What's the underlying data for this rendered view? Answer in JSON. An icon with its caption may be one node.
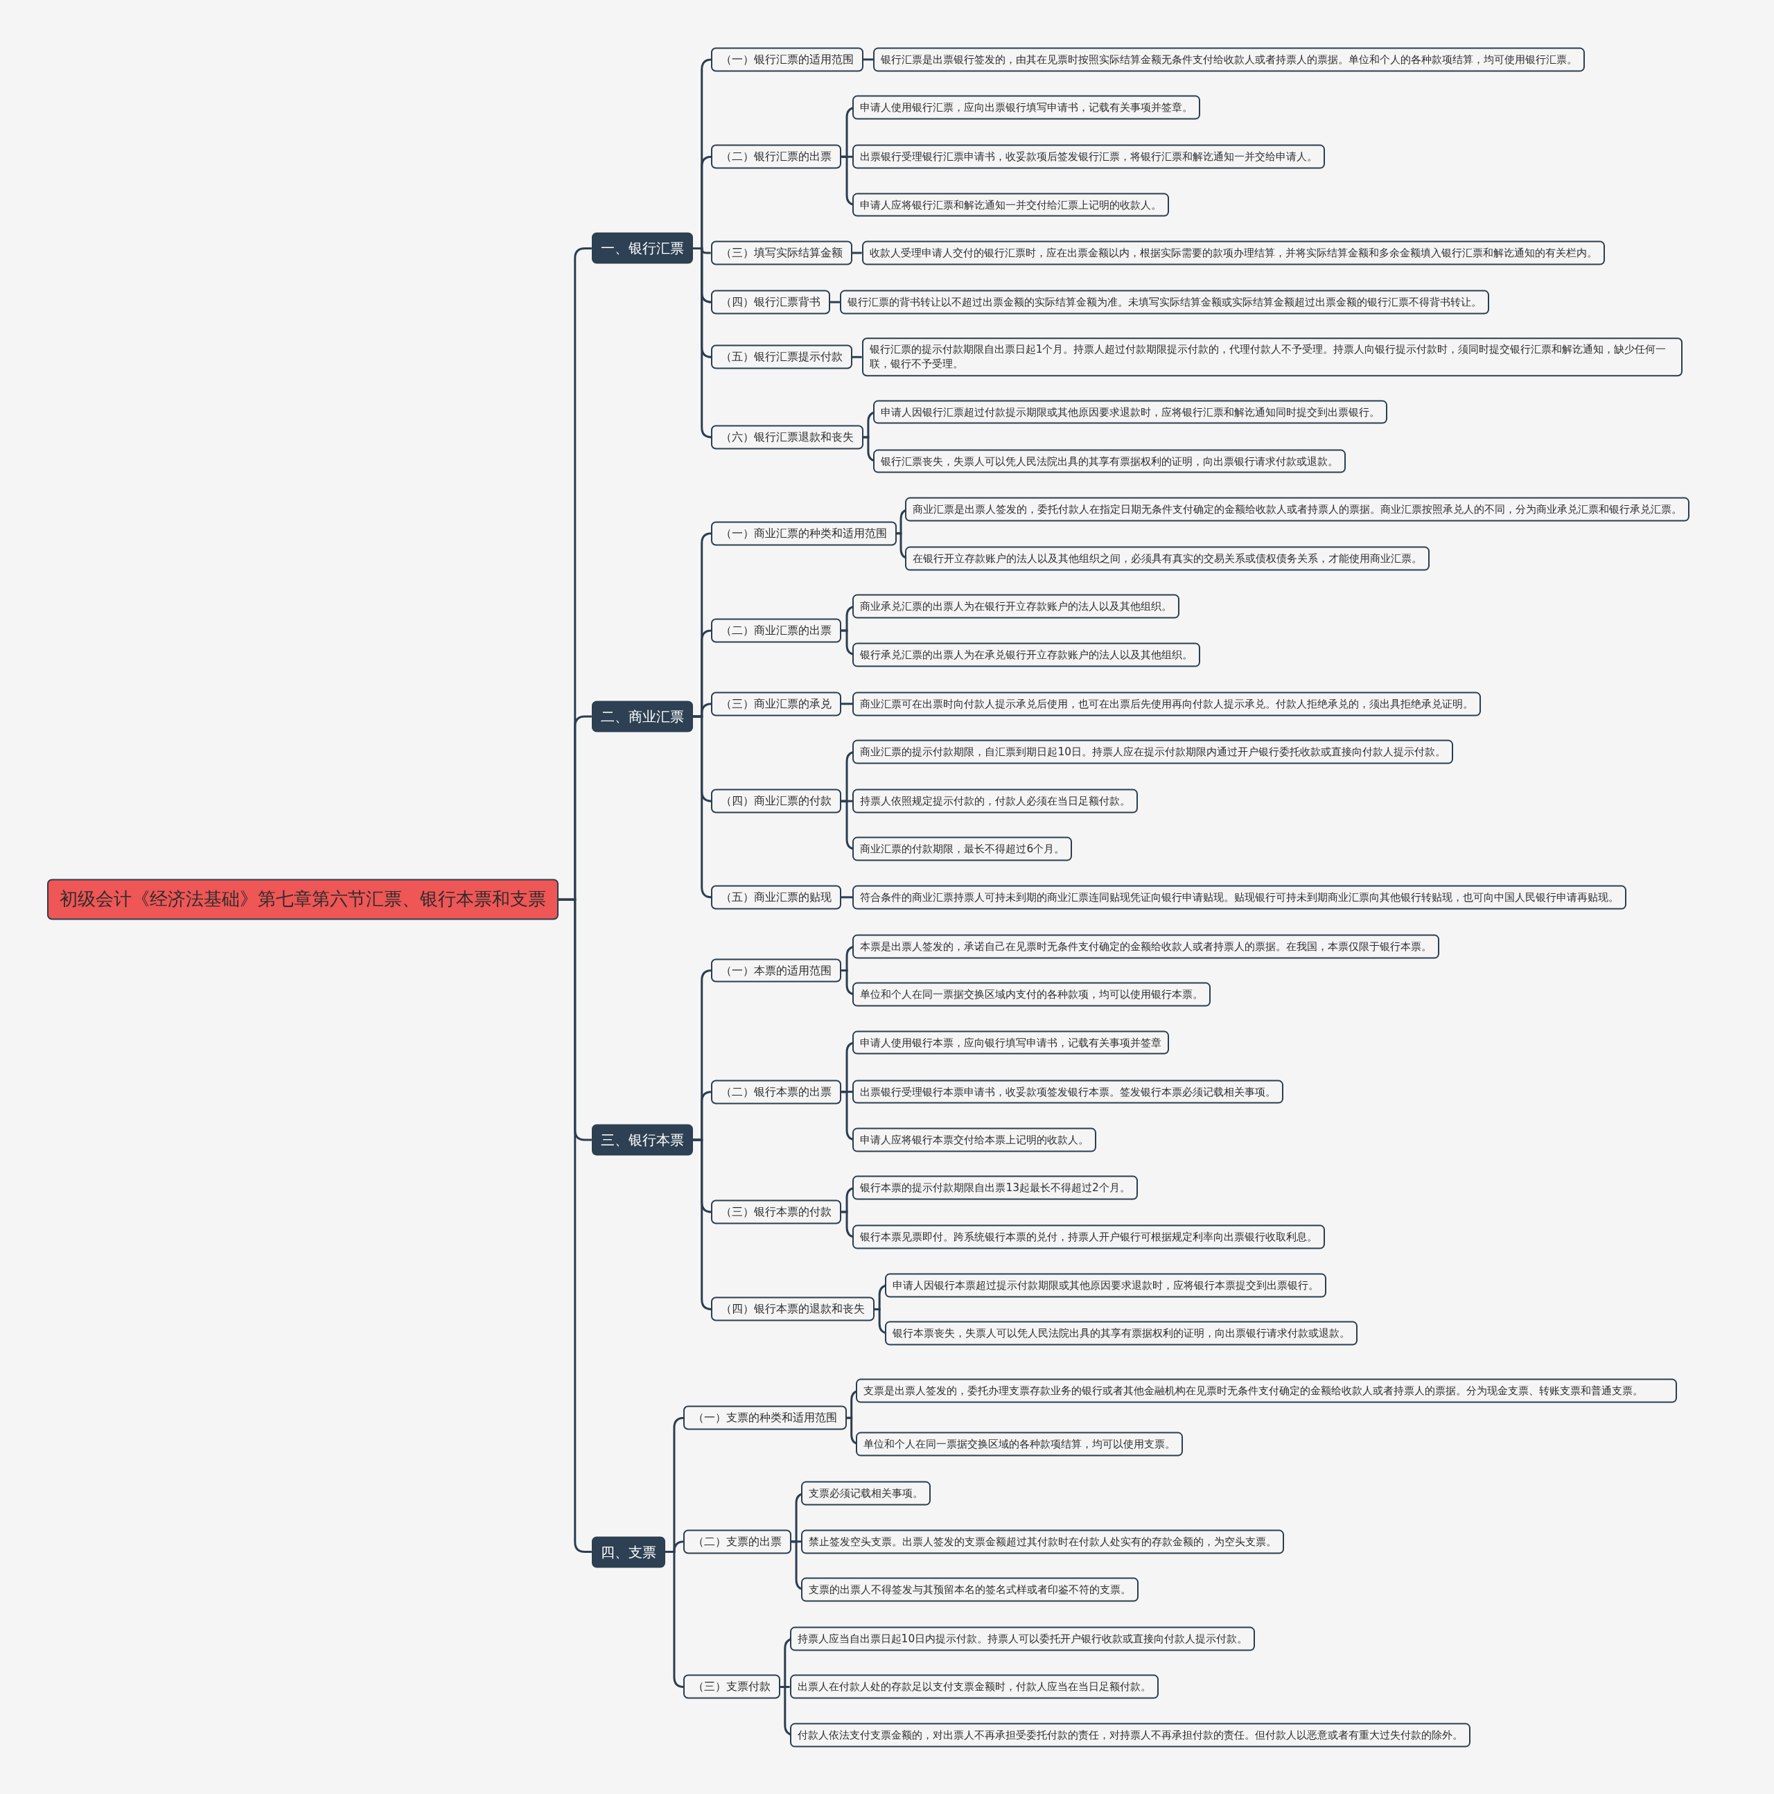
{
  "diagram": {
    "nodes": [
      {
        "text": [
          "初级会计《经济法基础》第七章第六节汇票、银行本票和支票"
        ]
      },
      {
        "text": [
          "一、银行汇票"
        ]
      },
      {
        "text": [
          "（一）银行汇票的适用范围"
        ]
      },
      {
        "text": [
          "银行汇票是出票银行签发的，由其在见票时按照实际结算金额无条件支付给收款人或者持票人的票据。单位和个人的各种款项结算，均可使用银行汇票。"
        ]
      },
      {
        "text": [
          "（二）银行汇票的出票"
        ]
      },
      {
        "text": [
          "申请人使用银行汇票，应向出票银行填写申请书，记载有关事项并签章。"
        ]
      },
      {
        "text": [
          "出票银行受理银行汇票申请书，收妥款项后签发银行汇票，将银行汇票和解讫通知一并交给申请人。"
        ]
      },
      {
        "text": [
          "申请人应将银行汇票和解讫通知一并交付给汇票上记明的收款人。"
        ]
      },
      {
        "text": [
          "（三）填写实际结算金额"
        ]
      },
      {
        "text": [
          "收款人受理申请人交付的银行汇票时，应在出票金额以内，根据实际需要的款项办理结算，并将实际结算金额和多余金额填入银行汇票和解讫通知的有关栏内。"
        ]
      },
      {
        "text": [
          "（四）银行汇票背书"
        ]
      },
      {
        "text": [
          "银行汇票的背书转让以不超过出票金额的实际结算金额为准。未填写实际结算金额或实际结算金额超过出票金额的银行汇票不得背书转让。"
        ]
      },
      {
        "text": [
          "（五）银行汇票提示付款"
        ]
      },
      {
        "text": [
          "银行汇票的提示付款期限自出票日起1个月。持票人超过付款期限提示付款的，代理付款人不予受理。持票人向银行提示付款时，须同时提交银行汇票和解讫通知，缺少任何一联，银行不予受理。"
        ]
      },
      {
        "text": [
          "（六）银行汇票退款和丧失"
        ]
      },
      {
        "text": [
          "申请人因银行汇票超过付款提示期限或其他原因要求退款时，应将银行汇票和解讫通知同时提交到出票银行。"
        ]
      },
      {
        "text": [
          "银行汇票丧失，失票人可以凭人民法院出具的其享有票据权利的证明，向出票银行请求付款或退款。"
        ]
      },
      {
        "text": [
          "二、商业汇票"
        ]
      },
      {
        "text": [
          "（一）商业汇票的种类和适用范围"
        ]
      },
      {
        "text": [
          "商业汇票是出票人签发的，委托付款人在指定日期无条件支付确定的金额给收款人或者持票人的票据。商业汇票按照承兑人的不同，分为商业承兑汇票和银行承兑汇票。"
        ]
      },
      {
        "text": [
          "在银行开立存款账户的法人以及其他组织之间，必须具有真实的交易关系或债权债务关系，才能使用商业汇票。"
        ]
      },
      {
        "text": [
          "（二）商业汇票的出票"
        ]
      },
      {
        "text": [
          "商业承兑汇票的出票人为在银行开立存款账户的法人以及其他组织。"
        ]
      },
      {
        "text": [
          "银行承兑汇票的出票人为在承兑银行开立存款账户的法人以及其他组织。"
        ]
      },
      {
        "text": [
          "（三）商业汇票的承兑"
        ]
      },
      {
        "text": [
          "商业汇票可在出票时向付款人提示承兑后使用，也可在出票后先使用再向付款人提示承兑。付款人拒绝承兑的，须出具拒绝承兑证明。"
        ]
      },
      {
        "text": [
          "（四）商业汇票的付款"
        ]
      },
      {
        "text": [
          "商业汇票的提示付款期限，自汇票到期日起10日。持票人应在提示付款期限内通过开户银行委托收款或直接向付款人提示付款。"
        ]
      },
      {
        "text": [
          "持票人依照规定提示付款的，付款人必须在当日足额付款。"
        ]
      },
      {
        "text": [
          "商业汇票的付款期限，最长不得超过6个月。"
        ]
      },
      {
        "text": [
          "（五）商业汇票的贴现"
        ]
      },
      {
        "text": [
          "符合条件的商业汇票持票人可持未到期的商业汇票连同贴现凭证向银行申请贴现。贴现银行可持未到期商业汇票向其他银行转贴现，也可向中国人民银行申请再贴现。"
        ]
      },
      {
        "text": [
          "三、银行本票"
        ]
      },
      {
        "text": [
          "（一）本票的适用范围"
        ]
      },
      {
        "text": [
          "本票是出票人签发的，承诺自己在见票时无条件支付确定的金额给收款人或者持票人的票据。在我国，本票仅限于银行本票。"
        ]
      },
      {
        "text": [
          "单位和个人在同一票据交换区域内支付的各种款项，均可以使用银行本票。"
        ]
      },
      {
        "text": [
          "（二）银行本票的出票"
        ]
      },
      {
        "text": [
          "申请人使用银行本票，应向银行填写申请书，记载有关事项并签章"
        ]
      },
      {
        "text": [
          "出票银行受理银行本票申请书，收妥款项签发银行本票。签发银行本票必须记载相关事项。"
        ]
      },
      {
        "text": [
          "申请人应将银行本票交付给本票上记明的收款人。"
        ]
      },
      {
        "text": [
          "（三）银行本票的付款"
        ]
      },
      {
        "text": [
          "银行本票的提示付款期限自出票13起最长不得超过2个月。"
        ]
      },
      {
        "text": [
          "银行本票见票即付。跨系统银行本票的兑付，持票人开户银行可根据规定利率向出票银行收取利息。"
        ]
      },
      {
        "text": [
          "（四）银行本票的退款和丧失"
        ]
      },
      {
        "text": [
          "申请人因银行本票超过提示付款期限或其他原因要求退款时，应将银行本票提交到出票银行。"
        ]
      },
      {
        "text": [
          "银行本票丧失，失票人可以凭人民法院出具的其享有票据权利的证明，向出票银行请求付款或退款。"
        ]
      },
      {
        "text": [
          "四、支票"
        ]
      },
      {
        "text": [
          "（一）支票的种类和适用范围"
        ]
      },
      {
        "text": [
          "支票是出票人签发的，委托办理支票存款业务的银行或者其他金融机构在见票时无条件支付确定的金额给收款人或者持票人的票据。分为现金支票、转账支票和普通支票。"
        ]
      },
      {
        "text": [
          "单位和个人在同一票据交换区域的各种款项结算，均可以使用支票。"
        ]
      },
      {
        "text": [
          "（二）支票的出票"
        ]
      },
      {
        "text": [
          "支票必须记载相关事项。"
        ]
      },
      {
        "text": [
          "禁止签发空头支票。出票人签发的支票金额超过其付款时在付款人处实有的存款金额的，为空头支票。"
        ]
      },
      {
        "text": [
          "支票的出票人不得签发与其预留本名的签名式样或者印鉴不符的支票。"
        ]
      },
      {
        "text": [
          "（三）支票付款"
        ]
      },
      {
        "text": [
          "持票人应当自出票日起10日内提示付款。持票人可以委托开户银行收款或直接向付款人提示付款。"
        ]
      },
      {
        "text": [
          "出票人在付款人处的存款足以支付支票金额时，付款人应当在当日足额付款。"
        ]
      },
      {
        "text": [
          "付款人依法支付支票金额的，对出票人不再承担受委托付款的责任，对持票人不再承担付款的责任。但付款人以恶意或者有重大过失付款的除外。"
        ]
      }
    ],
    "edges": [
      {
        "from": 0,
        "to": 1,
        "arrow": "none"
      },
      {
        "from": 1,
        "to": 2,
        "arrow": "none"
      },
      {
        "from": 2,
        "to": 3,
        "arrow": "none"
      },
      {
        "from": 1,
        "to": 4,
        "arrow": "none"
      },
      {
        "from": 4,
        "to": 5,
        "arrow": "none"
      },
      {
        "from": 4,
        "to": 6,
        "arrow": "none"
      },
      {
        "from": 4,
        "to": 7,
        "arrow": "none"
      },
      {
        "from": 1,
        "to": 8,
        "arrow": "none"
      },
      {
        "from": 8,
        "to": 9,
        "arrow": "none"
      },
      {
        "from": 1,
        "to": 10,
        "arrow": "none"
      },
      {
        "from": 10,
        "to": 11,
        "arrow": "none"
      },
      {
        "from": 1,
        "to": 12,
        "arrow": "none"
      },
      {
        "from": 12,
        "to": 13,
        "arrow": "none"
      },
      {
        "from": 1,
        "to": 14,
        "arrow": "none"
      },
      {
        "from": 14,
        "to": 15,
        "arrow": "none"
      },
      {
        "from": 14,
        "to": 16,
        "arrow": "none"
      },
      {
        "from": 0,
        "to": 17,
        "arrow": "none"
      },
      {
        "from": 17,
        "to": 18,
        "arrow": "none"
      },
      {
        "from": 18,
        "to": 19,
        "arrow": "none"
      },
      {
        "from": 18,
        "to": 20,
        "arrow": "none"
      },
      {
        "from": 17,
        "to": 21,
        "arrow": "none"
      },
      {
        "from": 21,
        "to": 22,
        "arrow": "none"
      },
      {
        "from": 21,
        "to": 23,
        "arrow": "none"
      },
      {
        "from": 17,
        "to": 24,
        "arrow": "none"
      },
      {
        "from": 24,
        "to": 25,
        "arrow": "none"
      },
      {
        "from": 17,
        "to": 26,
        "arrow": "none"
      },
      {
        "from": 26,
        "to": 27,
        "arrow": "none"
      },
      {
        "from": 26,
        "to": 28,
        "arrow": "none"
      },
      {
        "from": 26,
        "to": 29,
        "arrow": "none"
      },
      {
        "from": 17,
        "to": 30,
        "arrow": "none"
      },
      {
        "from": 30,
        "to": 31,
        "arrow": "none"
      },
      {
        "from": 0,
        "to": 32,
        "arrow": "none"
      },
      {
        "from": 32,
        "to": 33,
        "arrow": "none"
      },
      {
        "from": 33,
        "to": 34,
        "arrow": "none"
      },
      {
        "from": 33,
        "to": 35,
        "arrow": "none"
      },
      {
        "from": 32,
        "to": 36,
        "arrow": "none"
      },
      {
        "from": 36,
        "to": 37,
        "arrow": "none"
      },
      {
        "from": 36,
        "to": 38,
        "arrow": "none"
      },
      {
        "from": 36,
        "to": 39,
        "arrow": "none"
      },
      {
        "from": 32,
        "to": 40,
        "arrow": "none"
      },
      {
        "from": 40,
        "to": 41,
        "arrow": "none"
      },
      {
        "from": 40,
        "to": 42,
        "arrow": "none"
      },
      {
        "from": 32,
        "to": 43,
        "arrow": "none"
      },
      {
        "from": 43,
        "to": 44,
        "arrow": "none"
      },
      {
        "from": 43,
        "to": 45,
        "arrow": "none"
      },
      {
        "from": 0,
        "to": 46,
        "arrow": "none"
      },
      {
        "from": 46,
        "to": 47,
        "arrow": "none"
      },
      {
        "from": 47,
        "to": 48,
        "arrow": "none"
      },
      {
        "from": 47,
        "to": 49,
        "arrow": "none"
      },
      {
        "from": 46,
        "to": 50,
        "arrow": "none"
      },
      {
        "from": 50,
        "to": 51,
        "arrow": "none"
      },
      {
        "from": 50,
        "to": 52,
        "arrow": "none"
      },
      {
        "from": 50,
        "to": 53,
        "arrow": "none"
      },
      {
        "from": 46,
        "to": 54,
        "arrow": "none"
      },
      {
        "from": 54,
        "to": 55,
        "arrow": "none"
      },
      {
        "from": 54,
        "to": 56,
        "arrow": "none"
      },
      {
        "from": 54,
        "to": 57,
        "arrow": "none"
      }
    ]
  }
}
